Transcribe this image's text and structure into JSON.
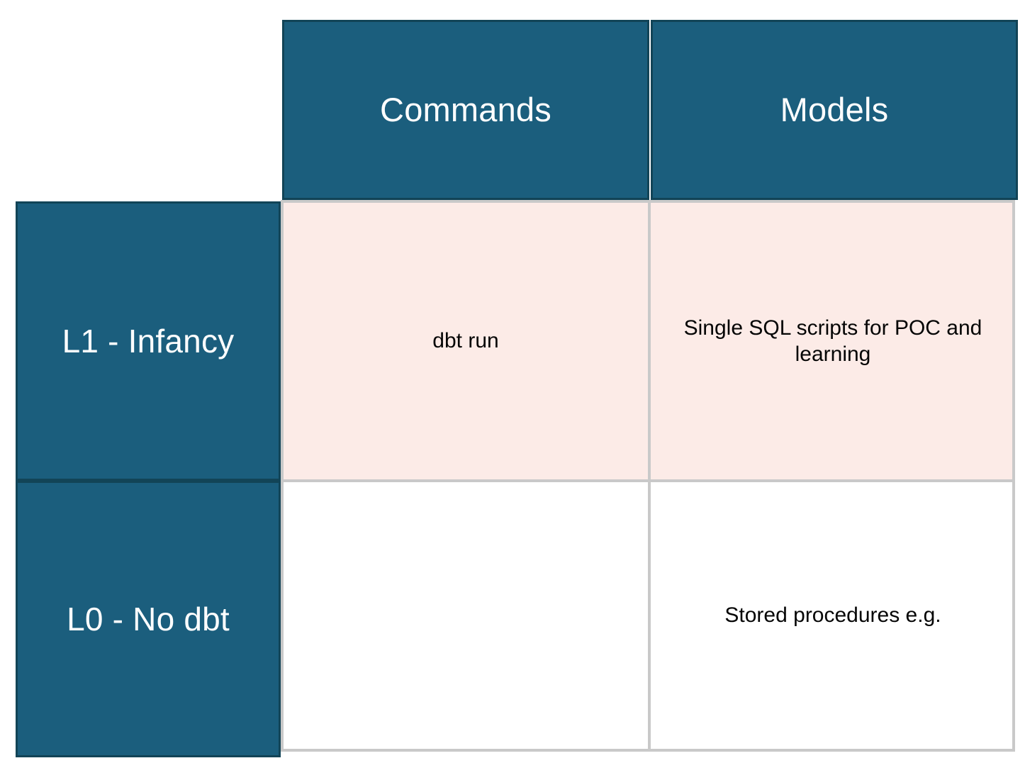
{
  "diagram": {
    "type": "maturity-matrix-table",
    "corner_cell": "",
    "column_headers": [
      {
        "id": "commands",
        "label": "Commands"
      },
      {
        "id": "models",
        "label": "Models"
      }
    ],
    "row_headers": [
      {
        "id": "l1",
        "label": "L1 - Infancy"
      },
      {
        "id": "l0",
        "label": "L0 - No dbt"
      }
    ],
    "rows": [
      {
        "row_id": "l1",
        "row_label": "L1 - Infancy",
        "highlight": true,
        "cells": [
          {
            "column": "commands",
            "text": "dbt run"
          },
          {
            "column": "models",
            "text": "Single SQL scripts for POC and learning"
          }
        ]
      },
      {
        "row_id": "l0",
        "row_label": "L0 - No dbt",
        "highlight": false,
        "cells": [
          {
            "column": "commands",
            "text": ""
          },
          {
            "column": "models",
            "text": "Stored procedures e.g."
          }
        ]
      }
    ],
    "colors": {
      "header_fill": "#1b5e7d",
      "header_border": "#124457",
      "header_text": "#ffffff",
      "highlight_row_fill": "#fcebe7",
      "body_row_fill": "#ffffff",
      "gridline": "#c9c9c9",
      "body_text": "#050505",
      "page_background": "#ffffff"
    }
  }
}
